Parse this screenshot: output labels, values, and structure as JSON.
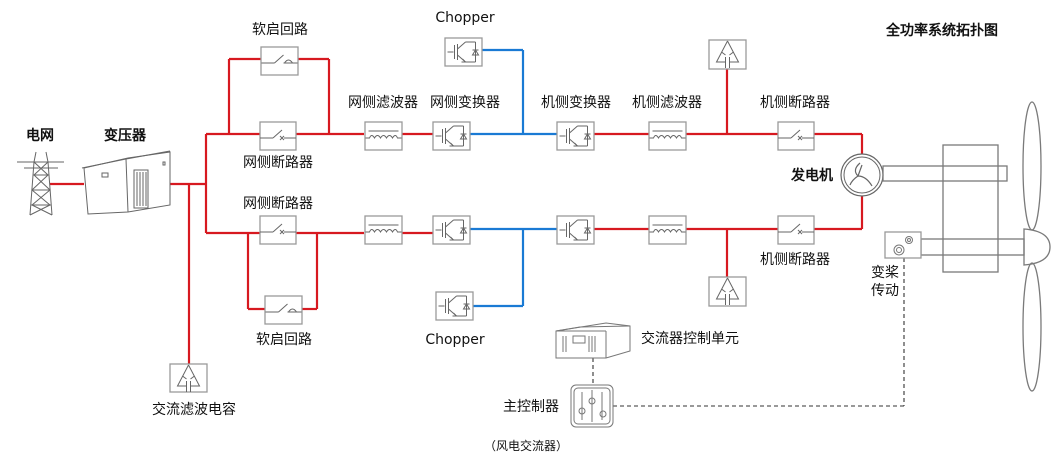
{
  "title": "全功率系统拓扑图",
  "colors": {
    "ac_line": "#d71920",
    "dc_line": "#1a7ad4",
    "component_border": "#9a9a9a",
    "mechanical": "#7a7a7a",
    "control_line": "#333333",
    "text": "#111111"
  },
  "labels": {
    "grid": "电网",
    "transformer": "变压器",
    "ac_filter_capacitor": "交流滤波电容",
    "soft_start_top": "软启回路",
    "grid_breaker_top": "网侧断路器",
    "grid_breaker_bottom": "网侧断路器",
    "soft_start_bottom": "软启回路",
    "grid_filter": "网侧滤波器",
    "grid_converter": "网侧变换器",
    "chopper_top": "Chopper",
    "chopper_bottom": "Chopper",
    "machine_converter": "机侧变换器",
    "machine_filter": "机侧滤波器",
    "machine_breaker_top": "机侧断路器",
    "machine_breaker_bottom": "机侧断路器",
    "generator": "发电机",
    "pitch_drive_line1": "变桨",
    "pitch_drive_line2": "传动",
    "converter_control_unit": "交流器控制单元",
    "main_controller": "主控制器",
    "wind_converter_note": "（风电交流器）"
  },
  "icons": {
    "grid": "transmission-tower-icon",
    "transformer": "substation-icon",
    "breaker": "circuit-breaker-icon",
    "soft_start": "soft-start-switch-icon",
    "filter": "inductor-icon",
    "converter": "igbt-icon",
    "capacitor": "capacitor-icon",
    "generator": "generator-icon",
    "pitch": "gears-icon",
    "control_unit": "rack-unit-icon",
    "controller": "sliders-icon"
  }
}
